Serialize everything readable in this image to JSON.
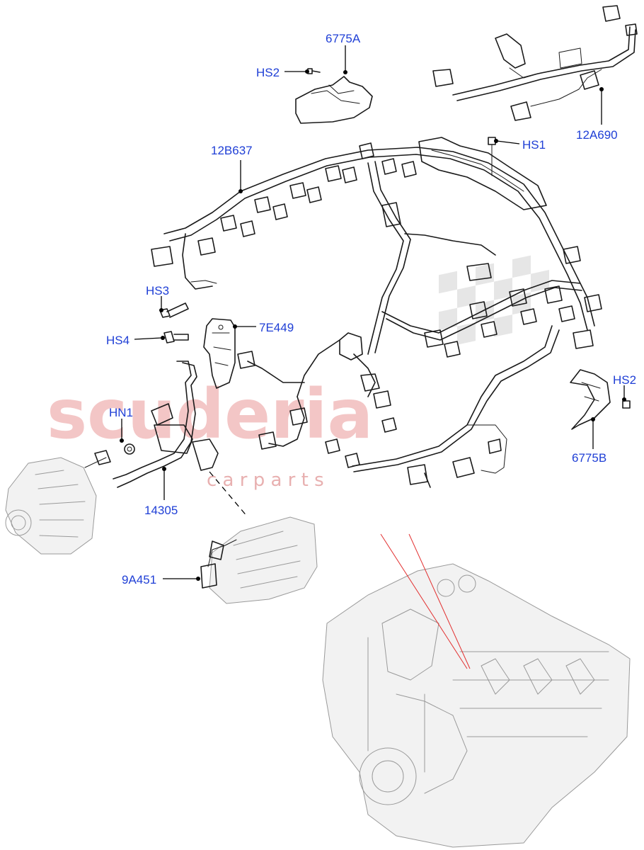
{
  "watermark": {
    "brand": "scuderia",
    "sub": "c a r   p a r t s"
  },
  "callouts": {
    "p6775A": "6775A",
    "hs2_top": "HS2",
    "p12A690": "12A690",
    "p12B637": "12B637",
    "hs1": "HS1",
    "hs3": "HS3",
    "hs4": "HS4",
    "p7E449": "7E449",
    "hs2_right": "HS2",
    "hn1": "HN1",
    "p6775B": "6775B",
    "p14305": "14305",
    "p9A451": "9A451"
  },
  "colors": {
    "callout_text": "#1f3fd6",
    "linework": "#1a1a1a",
    "watermark": "#f3c6c6",
    "pointer_lines": "#e23030"
  }
}
